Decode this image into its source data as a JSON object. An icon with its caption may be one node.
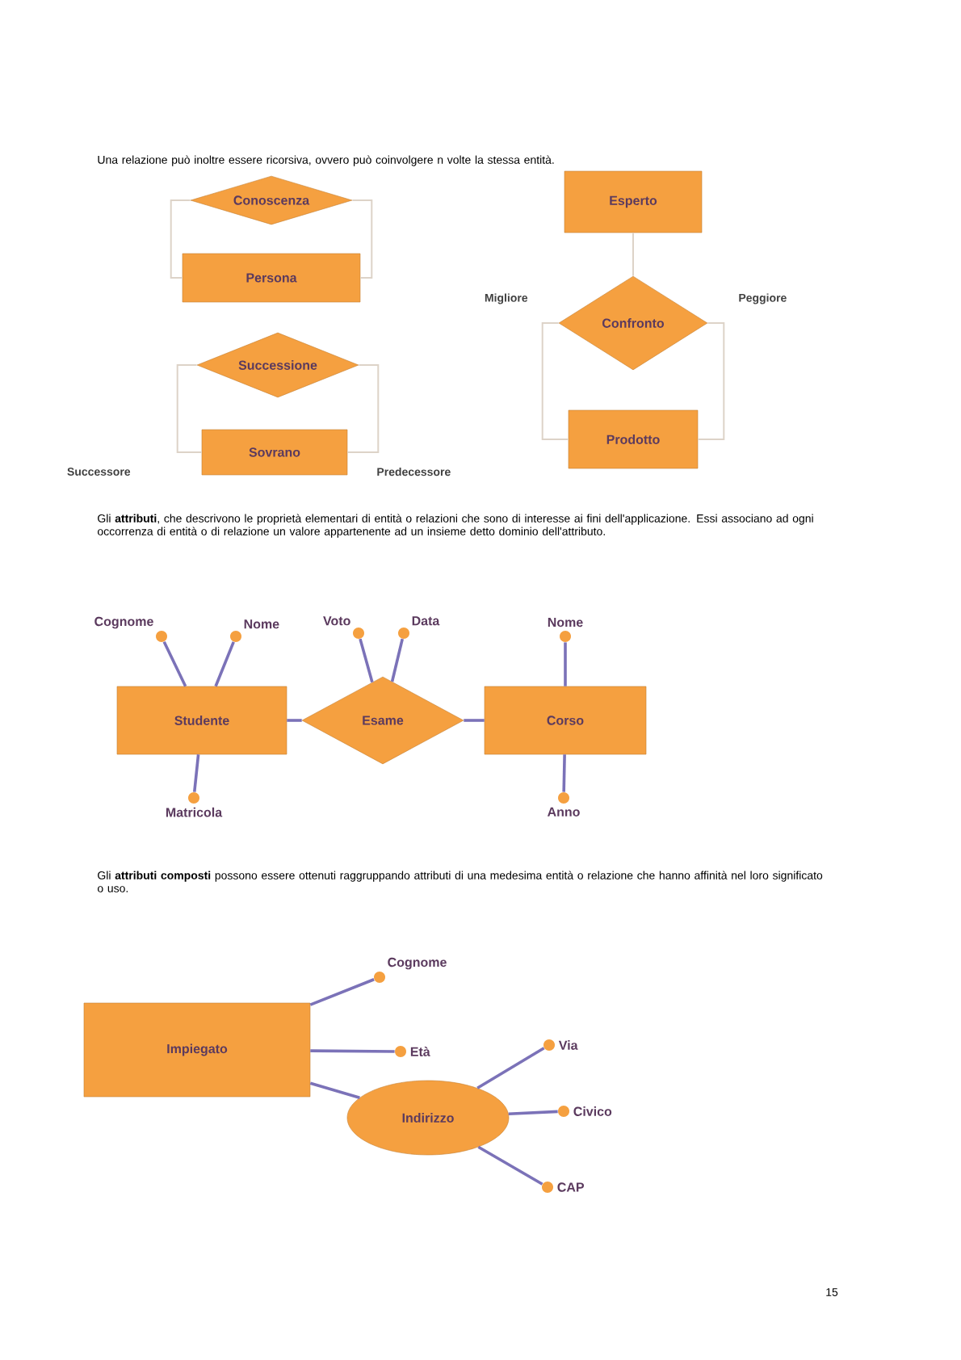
{
  "diagram": {
    "nodes": [
      {
        "text": [
          "Conoscenza"
        ]
      },
      {
        "text": [
          "Persona"
        ]
      },
      {
        "text": [
          "Successione"
        ]
      },
      {
        "text": [
          "Sovrano"
        ]
      },
      {
        "text": [
          "Esperto"
        ]
      },
      {
        "text": [
          "Confronto"
        ]
      },
      {
        "text": [
          "Prodotto"
        ]
      },
      {
        "text": [
          "Studente"
        ]
      },
      {
        "text": [
          "Esame"
        ]
      },
      {
        "text": [
          "Corso"
        ]
      },
      {
        "text": [
          "Cognome"
        ]
      },
      {
        "text": [
          "Nome"
        ]
      },
      {
        "text": [
          "Voto"
        ]
      },
      {
        "text": [
          "Data"
        ]
      },
      {
        "text": [
          "Nome"
        ]
      },
      {
        "text": [
          "Matricola"
        ]
      },
      {
        "text": [
          "Anno"
        ]
      },
      {
        "text": [
          "Impiegato"
        ]
      },
      {
        "text": [
          "Indirizzo"
        ]
      },
      {
        "text": [
          "Cognome"
        ]
      },
      {
        "text": [
          "Età"
        ]
      },
      {
        "text": [
          "Via"
        ]
      },
      {
        "text": [
          "Civico"
        ]
      },
      {
        "text": [
          "CAP"
        ]
      }
    ],
    "edges": [
      {
        "from": 0,
        "to": 1,
        "arrow": "none",
        "color": "#ddd3c8"
      },
      {
        "from": 0,
        "to": 1,
        "arrow": "none",
        "color": "#ddd3c8"
      },
      {
        "from": 2,
        "to": 3,
        "arrow": "none",
        "color": "#ddd3c8",
        "label": "Successore"
      },
      {
        "from": 2,
        "to": 3,
        "arrow": "none",
        "color": "#ddd3c8",
        "label": "Predecessore"
      },
      {
        "from": 4,
        "to": 5,
        "arrow": "none",
        "color": "#ddd3c8"
      },
      {
        "from": 5,
        "to": 6,
        "arrow": "none",
        "color": "#ddd3c8",
        "label": "Migliore"
      },
      {
        "from": 5,
        "to": 6,
        "arrow": "none",
        "color": "#ddd3c8",
        "label": "Peggiore"
      },
      {
        "from": 7,
        "to": 8,
        "arrow": "none"
      },
      {
        "from": 8,
        "to": 9,
        "arrow": "none"
      },
      {
        "from": 7,
        "to": 10,
        "arrow": "none"
      },
      {
        "from": 7,
        "to": 11,
        "arrow": "none"
      },
      {
        "from": 8,
        "to": 12,
        "arrow": "none"
      },
      {
        "from": 8,
        "to": 13,
        "arrow": "none"
      },
      {
        "from": 9,
        "to": 14,
        "arrow": "none"
      },
      {
        "from": 7,
        "to": 15,
        "arrow": "none"
      },
      {
        "from": 9,
        "to": 16,
        "arrow": "none"
      },
      {
        "from": 17,
        "to": 19,
        "arrow": "none"
      },
      {
        "from": 17,
        "to": 20,
        "arrow": "none"
      },
      {
        "from": 17,
        "to": 18,
        "arrow": "none"
      },
      {
        "from": 18,
        "to": 21,
        "arrow": "none"
      },
      {
        "from": 18,
        "to": 22,
        "arrow": "none"
      },
      {
        "from": 18,
        "to": 23,
        "arrow": "none"
      }
    ],
    "labels": [
      "Una relazione può inoltre essere ricorsiva, ovvero può coinvolgere n volte la stessa entità.",
      "Gli **attributi**, che descrivono le proprietà elementari di entità o relazioni che sono di interesse ai fini dell'applicazione. Essi associano ad ogni occorrenza di entità o di relazione un valore appartenente ad un insieme detto dominio dell'attributo.",
      "Gli **attributi composti** possono essere ottenuti raggruppando attributi di una medesima entità o relazione che hanno affinità nel loro significato o uso.",
      "15"
    ]
  }
}
